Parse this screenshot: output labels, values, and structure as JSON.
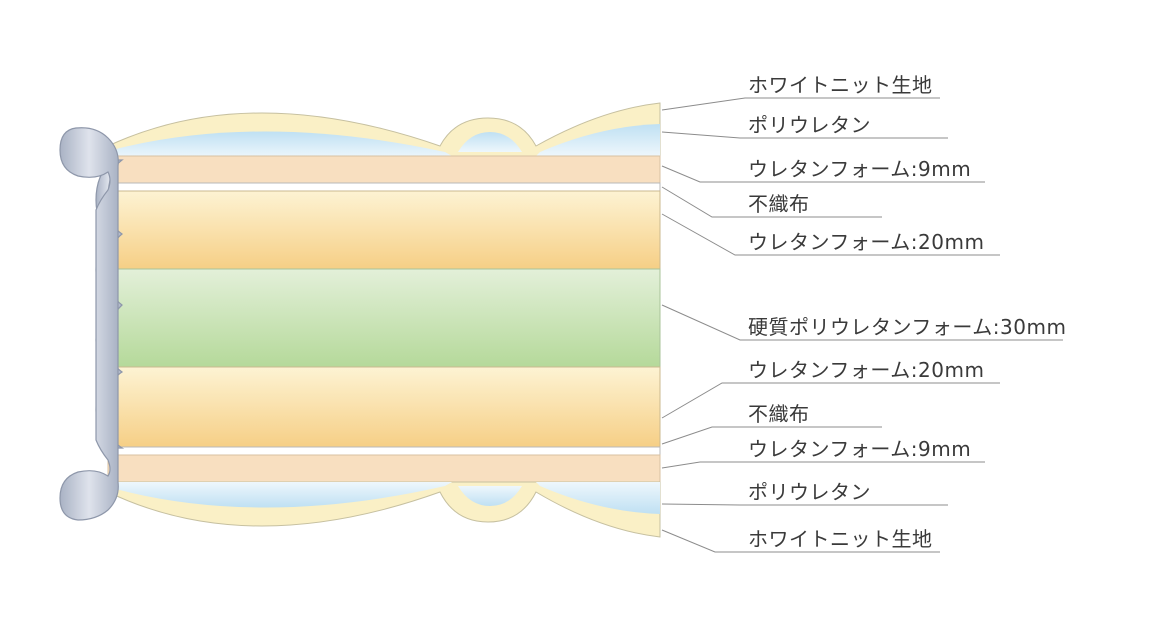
{
  "diagram": {
    "labels": [
      {
        "id": "white-knit-top",
        "text": "ホワイトニット生地"
      },
      {
        "id": "polyurethane-top",
        "text": "ポリウレタン"
      },
      {
        "id": "foam-9mm-top",
        "text": "ウレタンフォーム:9mm"
      },
      {
        "id": "nonwoven-top",
        "text": "不織布"
      },
      {
        "id": "foam-20mm-top",
        "text": "ウレタンフォーム:20mm"
      },
      {
        "id": "hard-foam-30mm",
        "text": "硬質ポリウレタンフォーム:30mm"
      },
      {
        "id": "foam-20mm-bottom",
        "text": "ウレタンフォーム:20mm"
      },
      {
        "id": "nonwoven-bottom",
        "text": "不織布"
      },
      {
        "id": "foam-9mm-bottom",
        "text": "ウレタンフォーム:9mm"
      },
      {
        "id": "polyurethane-bottom",
        "text": "ポリウレタン"
      },
      {
        "id": "white-knit-bottom",
        "text": "ホワイトニット生地"
      }
    ],
    "colors": {
      "knit_fabric": "#faf1c8",
      "polyurethane": "#bfe0f3",
      "foam_9mm": "#f8dfc0",
      "nonwoven": "#ffffff",
      "foam_20mm": "#f6d28f",
      "hard_foam_30mm": "#b9dc9f",
      "piping": "#b4bccd",
      "leader_line": "#8c8c8c"
    }
  }
}
